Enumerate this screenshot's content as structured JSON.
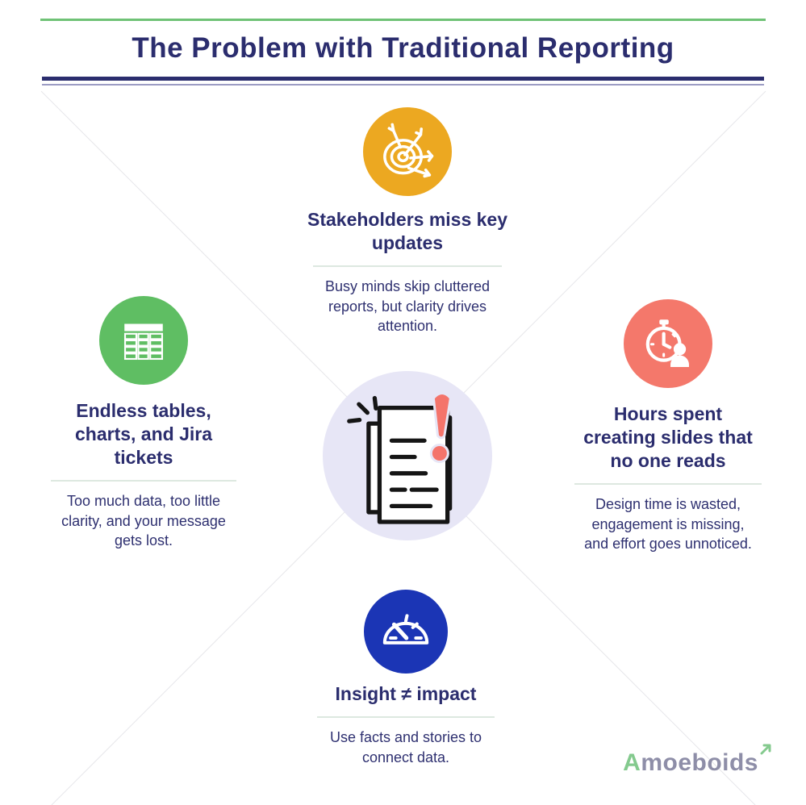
{
  "header": {
    "title": "The Problem with Traditional Reporting"
  },
  "colors": {
    "top_accent_line": "#6fc276",
    "title_text": "#2b2d6e",
    "title_rule_thick": "#2b2d6e",
    "title_rule_thin": "#9c9cc4",
    "body_text": "#2e3070",
    "heading_divider": "#dde8e0",
    "circle_yellow": "#eca821",
    "circle_green": "#5fbe63",
    "circle_salmon": "#f4786b",
    "circle_blue": "#1b35b5",
    "center_circle": "#e7e6f6",
    "exclamation_red": "#f4746b",
    "logo_green": "#84ca8e",
    "logo_gray": "#8e8ea8",
    "diagonal_lines": "#e7e7ea"
  },
  "sections": {
    "top": {
      "icon": "target-arrows-icon",
      "heading": "Stakeholders miss key updates",
      "body": "Busy minds skip cluttered reports, but clarity drives attention."
    },
    "left": {
      "icon": "table-icon",
      "heading": "Endless tables, charts, and Jira tickets",
      "body": "Too much data, too little clarity, and your message gets lost."
    },
    "right": {
      "icon": "stopwatch-person-icon",
      "heading": "Hours spent creating slides that no one reads",
      "body": "Design time is wasted, engagement is missing, and effort goes unnoticed."
    },
    "bottom": {
      "icon": "gauge-icon",
      "heading": "Insight ≠ impact",
      "body": "Use facts and stories to connect data."
    }
  },
  "center": {
    "icon": "report-alert-illustration"
  },
  "logo": {
    "initial": "A",
    "rest": "moeboids",
    "arrow_icon": "arrow-up-right-icon"
  }
}
